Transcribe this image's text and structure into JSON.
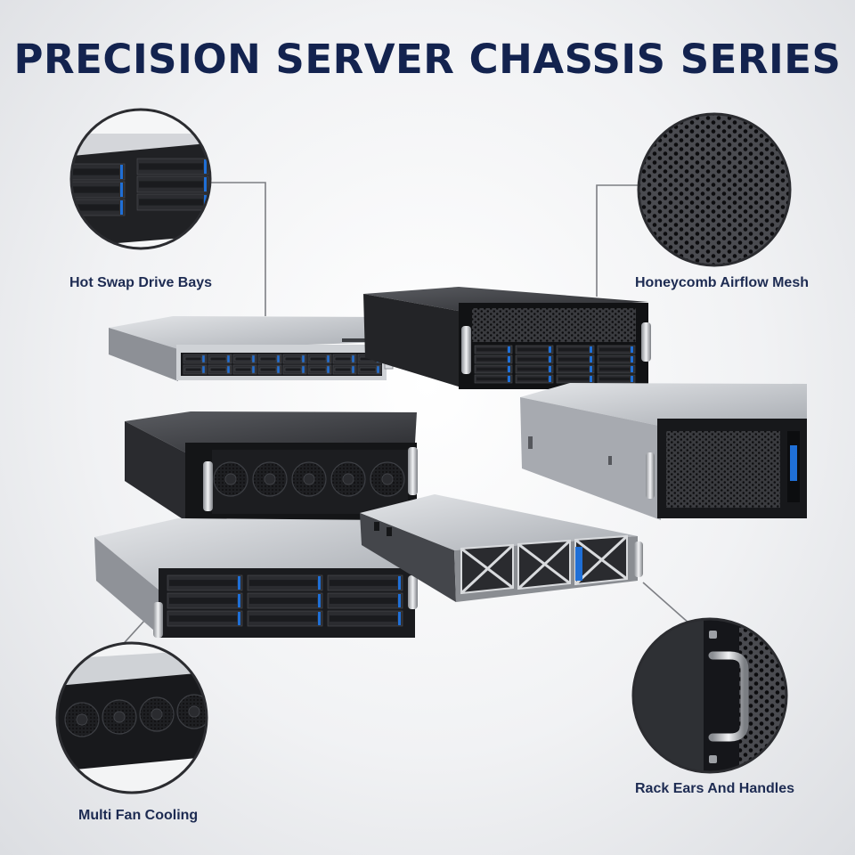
{
  "title": "PRECISION SERVER CHASSIS SERIES",
  "callouts": {
    "hot_swap": "Hot Swap Drive Bays",
    "honeycomb": "Honeycomb Airflow Mesh",
    "multi_fan": "Multi Fan Cooling",
    "rack_ears": "Rack Ears And Handles"
  },
  "colors": {
    "title": "#13234f",
    "accent_blue": "#1f6fd6",
    "chassis_dark": "#1c1d20",
    "chassis_silver": "#b9bcc1"
  }
}
